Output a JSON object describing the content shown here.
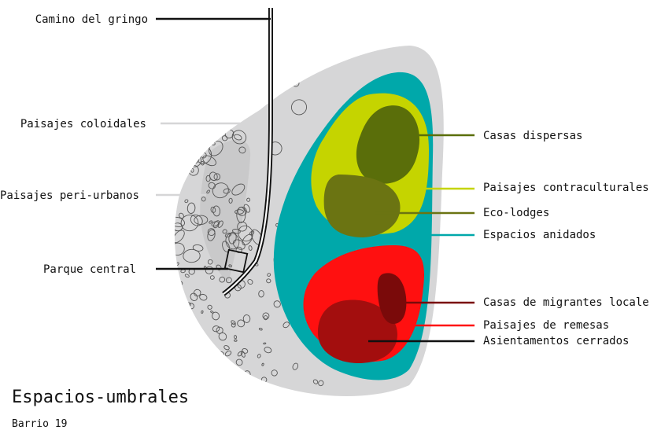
{
  "title": "Espacios-umbrales",
  "subtitle": "Barrio 19",
  "labels": {
    "camino": "Camino del gringo",
    "coloidales": "Paisajes coloidales",
    "periurbanos": "Paisajes peri-urbanos",
    "parque": "Parque central",
    "casas_dispersas": "Casas dispersas",
    "contraculturales": "Paisajes contraculturales",
    "ecolodges": "Eco-lodges",
    "anidados": "Espacios anidados",
    "migrantes": "Casas de migrantes locales",
    "remesas": "Paisajes de remesas",
    "cerrados": "Asientamentos cerrados"
  },
  "colors": {
    "territory": "#d6d6d7",
    "teal": "#00a8aa",
    "lime": "#c5d400",
    "olive": "#6b7412",
    "dark_olive": "#5a6e0a",
    "red": "#ff1010",
    "dark_red": "#a30e0e",
    "maroon": "#7a0a0a"
  }
}
